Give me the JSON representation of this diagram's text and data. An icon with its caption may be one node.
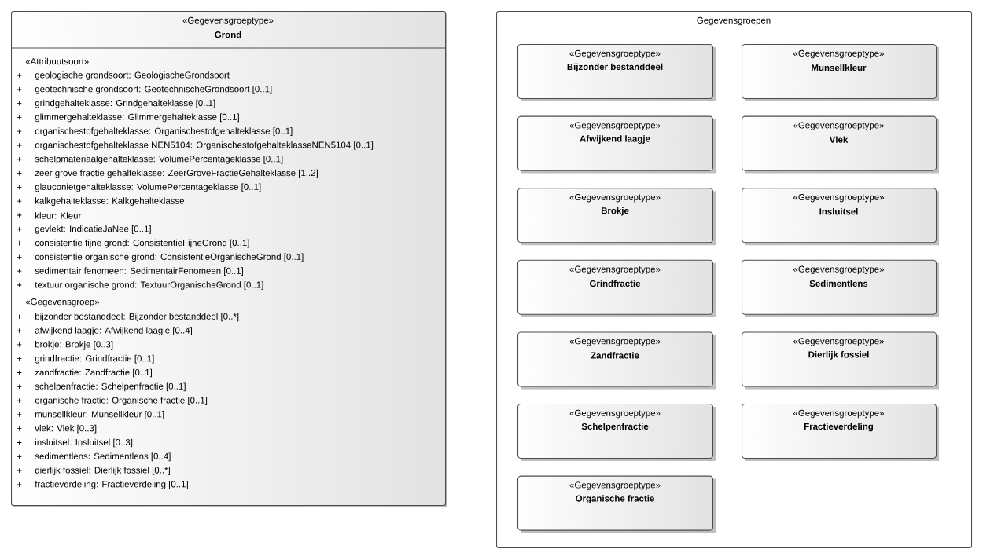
{
  "diagram": {
    "nodes": [
      {
        "text": [
          "«Gegevensgroeptype»",
          "Grond",
          "«Attribuutsoort»",
          "+",
          "geologische grondsoort: GeologischeGrondsoort",
          "+",
          "geotechnische grondsoort: GeotechnischeGrondsoort [0..1]",
          "+",
          "grindgehalteklasse: Grindgehalteklasse [0..1]",
          "+",
          "glimmergehalteklasse: Glimmergehalteklasse [0..1]",
          "+",
          "organischestofgehalteklasse: Organischestofgehalteklasse [0..1]",
          "+",
          "organischestofgehalteklasse NEN5104: OrganischestofgehalteklasseNEN5104 [0..1]",
          "+",
          "schelpmateriaalgehalteklasse: VolumePercentageklasse [0..1]",
          "+",
          "zeer grove fractie gehalteklasse: ZeerGroveFractieGehalteklasse [1..2]",
          "+",
          "glauconietgehalteklasse: VolumePercentageklasse [0..1]",
          "+",
          "kalkgehalteklasse: Kalkgehalteklasse",
          "+",
          "kleur: Kleur",
          "+",
          "gevlekt: IndicatieJaNee [0..1]",
          "+",
          "consistentie fijne grond: ConsistentieFijneGrond [0..1]",
          "+",
          "consistentie organische grond: ConsistentieOrganischeGrond [0..1]",
          "+",
          "sedimentair fenomeen: SedimentairFenomeen [0..1]",
          "+",
          "textuur organische grond: TextuurOrganischeGrond [0..1]",
          "«Gegevensgroep»",
          "+",
          "bijzonder bestanddeel: Bijzonder bestanddeel [0..*]",
          "+",
          "afwijkend laagje: Afwijkend laagje [0..4]",
          "+",
          "brokje: Brokje [0..3]",
          "+",
          "grindfractie: Grindfractie [0..1]",
          "+",
          "zandfractie: Zandfractie [0..1]",
          "+",
          "schelpenfractie: Schelpenfractie [0..1]",
          "+",
          "organische fractie: Organische fractie [0..1]",
          "+",
          "munsellkleur: Munsellkleur [0..1]",
          "+",
          "vlek: Vlek [0..3]",
          "+",
          "insluitsel: Insluitsel [0..3]",
          "+",
          "sedimentlens: Sedimentlens [0..4]",
          "+",
          "dierlijk fossiel: Dierlijk fossiel [0..*]",
          "+",
          "fractieverdeling: Fractieverdeling [0..1]"
        ]
      },
      {
        "text": [
          "Gegevensgroepen"
        ]
      },
      {
        "text": [
          "«Gegevensgroeptype»",
          "Bijzonder bestanddeel"
        ],
        "in": 1
      },
      {
        "text": [
          "«Gegevensgroeptype»",
          "Munsellkleur"
        ],
        "in": 1
      },
      {
        "text": [
          "«Gegevensgroeptype»",
          "Afwijkend laagje"
        ],
        "in": 1
      },
      {
        "text": [
          "«Gegevensgroeptype»",
          "Vlek"
        ],
        "in": 1
      },
      {
        "text": [
          "«Gegevensgroeptype»",
          "Brokje"
        ],
        "in": 1
      },
      {
        "text": [
          "«Gegevensgroeptype»",
          "Insluitsel"
        ],
        "in": 1
      },
      {
        "text": [
          "«Gegevensgroeptype»",
          "Grindfractie"
        ],
        "in": 1
      },
      {
        "text": [
          "«Gegevensgroeptype»",
          "Sedimentlens"
        ],
        "in": 1
      },
      {
        "text": [
          "«Gegevensgroeptype»",
          "Zandfractie"
        ],
        "in": 1
      },
      {
        "text": [
          "«Gegevensgroeptype»",
          "Dierlijk fossiel"
        ],
        "in": 1
      },
      {
        "text": [
          "«Gegevensgroeptype»",
          "Schelpenfractie"
        ],
        "in": 1
      },
      {
        "text": [
          "«Gegevensgroeptype»",
          "Fractieverdeling"
        ],
        "in": 1
      },
      {
        "text": [
          "«Gegevensgroeptype»",
          "Organische fractie"
        ],
        "in": 1
      }
    ]
  }
}
